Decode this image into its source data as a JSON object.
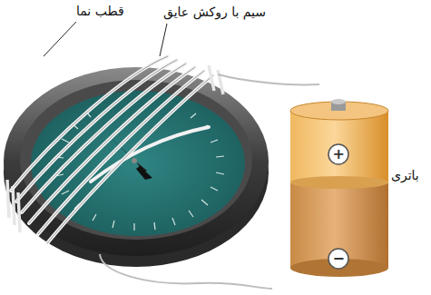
{
  "diagram": {
    "labels": [
      "قطب نما",
      "سیم با روکش عایق",
      "باتری",
      "+",
      "−"
    ]
  }
}
